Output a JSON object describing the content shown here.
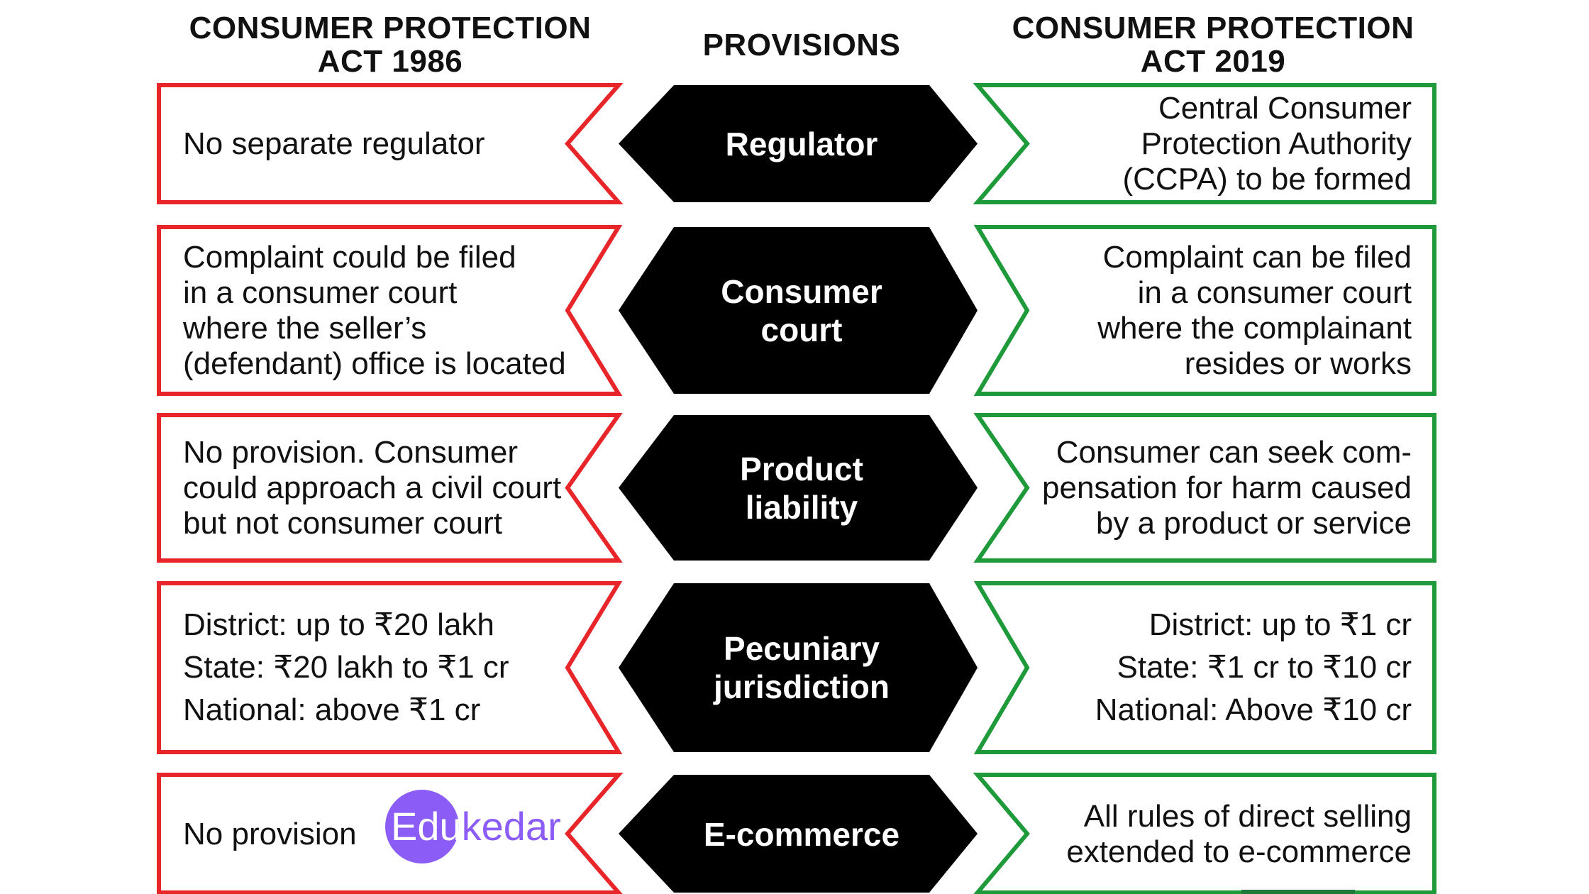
{
  "headers": {
    "left": [
      "CONSUMER PROTECTION",
      "ACT 1986"
    ],
    "middle": "PROVISIONS",
    "right": [
      "CONSUMER PROTECTION",
      "ACT 2019"
    ]
  },
  "rows": [
    {
      "provision": [
        "Regulator"
      ],
      "act1986": [
        "No separate regulator"
      ],
      "act2019": [
        "Central Consumer",
        "Protection Authority",
        "(CCPA) to be formed"
      ]
    },
    {
      "provision": [
        "Consumer",
        "court"
      ],
      "act1986": [
        "Complaint could be filed",
        "in a consumer court",
        "where the seller’s",
        "(defendant) office is located"
      ],
      "act2019": [
        "Complaint can be filed",
        "in a consumer court",
        "where the complainant",
        "resides or works"
      ]
    },
    {
      "provision": [
        "Product",
        "liability"
      ],
      "act1986": [
        "No provision. Consumer",
        "could approach a civil court",
        "but not consumer court"
      ],
      "act2019": [
        "Consumer can seek com-",
        "pensation for harm caused",
        "by a product or service"
      ]
    },
    {
      "provision": [
        "Pecuniary",
        "jurisdiction"
      ],
      "act1986": [
        "District: up to ₹20 lakh",
        "State: ₹20 lakh to ₹1 cr",
        "National: above ₹1 cr"
      ],
      "act2019": [
        "District: up to ₹1 cr",
        "State: ₹1 cr to ₹10 cr",
        "National: Above ₹10 cr"
      ]
    },
    {
      "provision": [
        "E-commerce"
      ],
      "act1986": [
        "No provision"
      ],
      "act2019": [
        "All rules of direct selling",
        "extended to e-commerce"
      ]
    }
  ],
  "logo": {
    "part1": "Edu",
    "part2": "kedar"
  },
  "colors": {
    "left_border": "#e8262a",
    "right_border": "#1f9a3a",
    "center_fill": "#000000",
    "logo": "#8b5cf6"
  }
}
